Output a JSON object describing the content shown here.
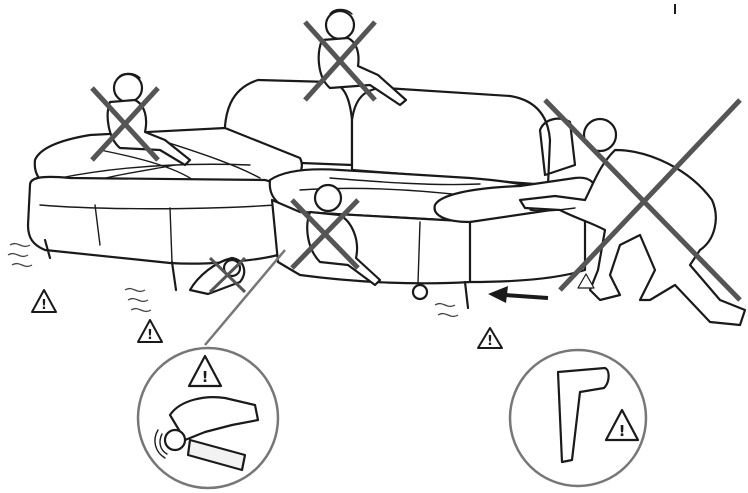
{
  "warnings": {
    "symbol": "!"
  },
  "icons": {
    "crossed_out": "prohibited-x",
    "warning": "warning-triangle",
    "pinch_detail": "hand-pinch-mechanism",
    "leg_detail": "sofa-leg"
  }
}
